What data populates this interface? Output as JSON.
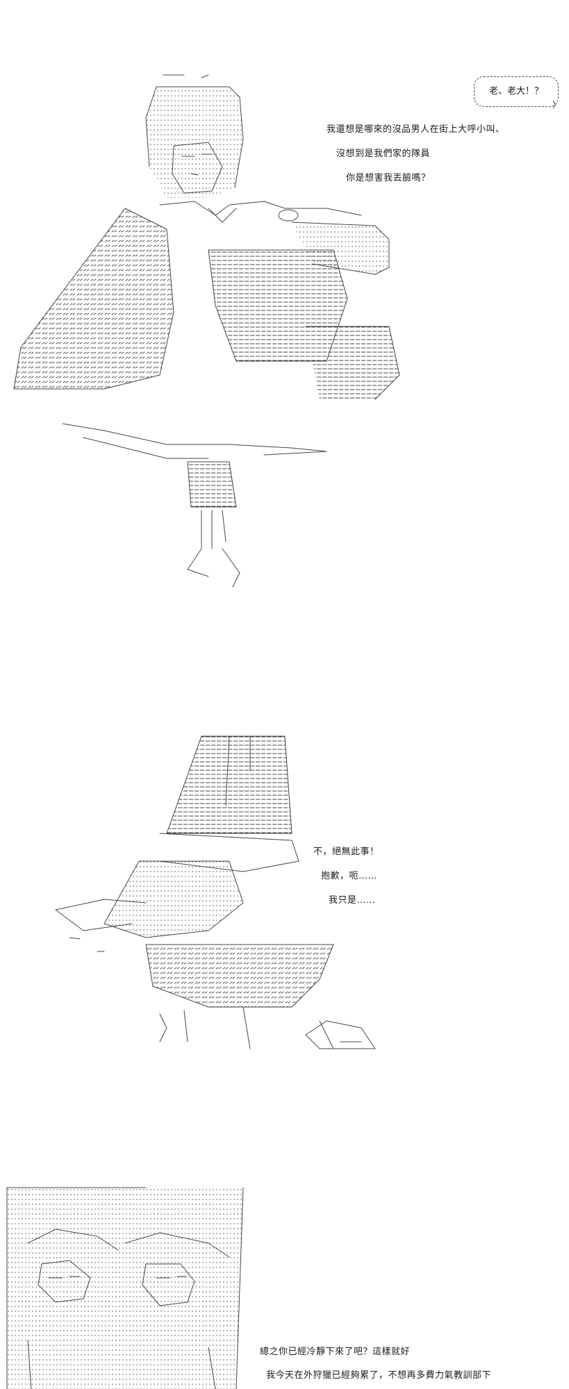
{
  "panel1": {
    "bubble": "老、老大！？",
    "lines": [
      "我還想是哪來的沒品男人在街上大呼小叫、",
      "沒想到是我們家的隊員",
      "你是想害我丟臉嗎？"
    ]
  },
  "panel2": {
    "lines": [
      "不，絕無此事！",
      "抱歉，呃……",
      "我只是……"
    ]
  },
  "panel3": {
    "lines": [
      "總之你已經冷靜下來了吧？這樣就好",
      "我今天在外狩獵已經夠累了，不想再多費力氣教訓部下"
    ]
  },
  "icons": [
    "ascii-art-woman",
    "ascii-art-kneeling-man",
    "ascii-art-pair"
  ]
}
